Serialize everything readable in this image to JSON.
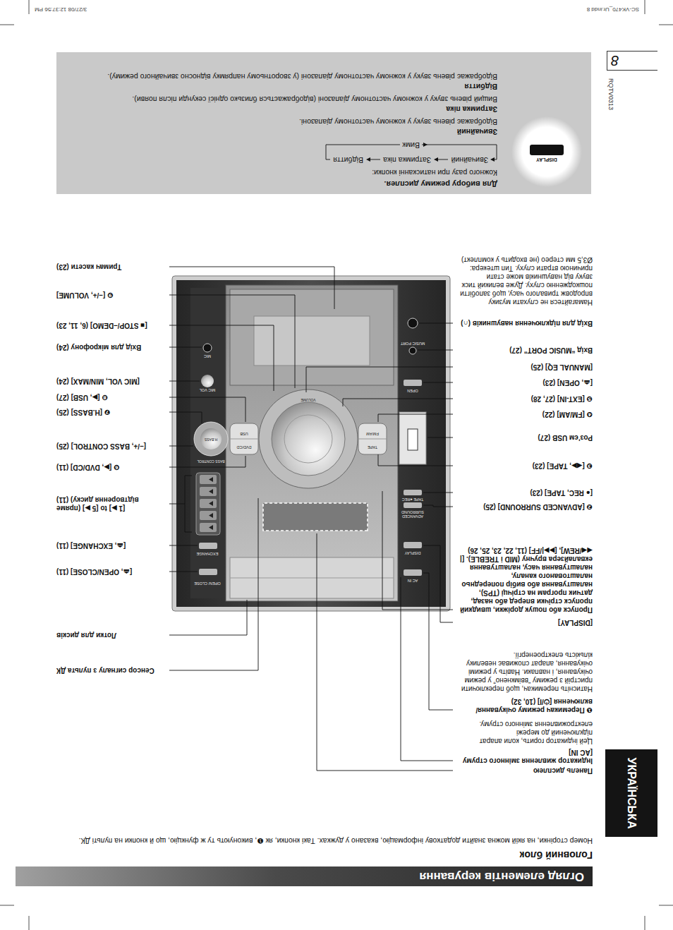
{
  "diagram": {
    "nodes": [
      {
        "text": [
          "Огляд елементів керування"
        ]
      },
      {
        "text": [
          "УКРАЇНСЬКА"
        ]
      },
      {
        "text": [
          "Для вибору режиму дисплея.",
          "Кожного разу при натисканні кнопки:",
          "Звичайний",
          "Затримка піка",
          "Відбиття",
          "Вимк",
          "Звичайний",
          "Відображає рівень звуку у кожному частотному діапазоні.",
          "Затримка піка",
          "Вищий рівень звуку у кожному частотному діапазоні (відображається близько однієї секунди після появи).",
          "Відбиття",
          "Відображає рівень звуку у кожному частотному діапазоні (у зворотньому напрямку відносно звичайного режиму)."
        ]
      },
      {
        "text": [
          "DISPLAY"
        ],
        "in": 2
      },
      {
        "text": [
          "8"
        ]
      }
    ],
    "labels": [
      "Головний блок",
      "Номер сторінки, на якій можна знайти додаткову інформацію, вказано у дужках. Такі кнопки, як ❶, виконують ту ж функцію, що й кнопки на пульті ДК.",
      "Панель дисплею",
      "Індикатор живлення змінного струму [AC IN]",
      "Цей індикатор горить, коли апарат підключений до мережі електроживлення змінного струму.",
      "❶ Перемикач режиму очікування/включення [⏻/I] (10, 32)",
      "Натисніть перемикач, щоб переключити пристрій з режиму “ввімкнено” у режим очікування, і навпаки. Навіть у режимі очікування, апарат споживає невелику кількість електроенергії.",
      "[DISPLAY]",
      "Пропуск або пошук доріжки, швидкий пропуск стрічки вперед або назад, датчик програм на стрічці (TPS), налаштування або вибір попередньо налаштованого каналу, налаштування часу, налаштування еквалайзера вручну (MID і TREBLE). [|◀◀/REW], [▶▶|/FF] (11, 22, 23, 25, 26)",
      "❷ [ADVANCED SURROUND] (25)",
      "[● REC, TAPE] (23)",
      "❸ [◀▶, TAPE] (23)",
      "Роз’єм USB (27)",
      "❹ [FM/AM] (22)",
      "❺ [EXT-IN] (27, 28)",
      "[⏏, OPEN] (23)",
      "[MANUAL EQ] (25)",
      "Вхід “MUSIC PORT” (27)",
      "Вхід для підключення навушників (∩)",
      "Намагайтеся не слухати музику впродовж тривалого часу, щоб запобігти пошкодженню слуху. Дуже великий тиск звуку від навушників може стати причиною втрати слуху. Тип штекера: Ø3,5 мм стерео (не входить у комплект)",
      "Сенсор сигналу з пульта ДК",
      "Лотки для дисків",
      "[⏏, OPEN/CLOSE] (11)",
      "[⏏, EXCHANGE] (11)",
      "[1 ▶] to [5 ▶] (пряме відтворення диску) (11)",
      "❻ [▶, DVD/CD] (11)",
      "[–/+, BASS CONTROL] (25)",
      "❼ [H.BASS] (25)",
      "❽ [▶, USB] (27)",
      "[MIC VOL, MIN/MAX] (24)",
      "Вхід для мікрофону (24)",
      "[■ STOP/–DEMO] (6, 11, 23)",
      "❾ [–/+, VOLUME]",
      "Тримач касети (23)",
      "RQTV0313",
      "SC-VK470_Ur.indd 8",
      "3/27/08 12:37:56 PM",
      "AC IN",
      "DISPLAY",
      "ADVANCED SURROUND",
      "TAPE ●REC",
      "OPEN",
      "MUSIC PORT",
      "TAPE",
      "FM/AM",
      "DVD/CD",
      "USB",
      "H.BASS",
      "BASS CONTROL",
      "MIC VOL",
      "MIC",
      "EXCHANGE",
      "OPEN/ CLOSE",
      "VOLUME"
    ]
  }
}
